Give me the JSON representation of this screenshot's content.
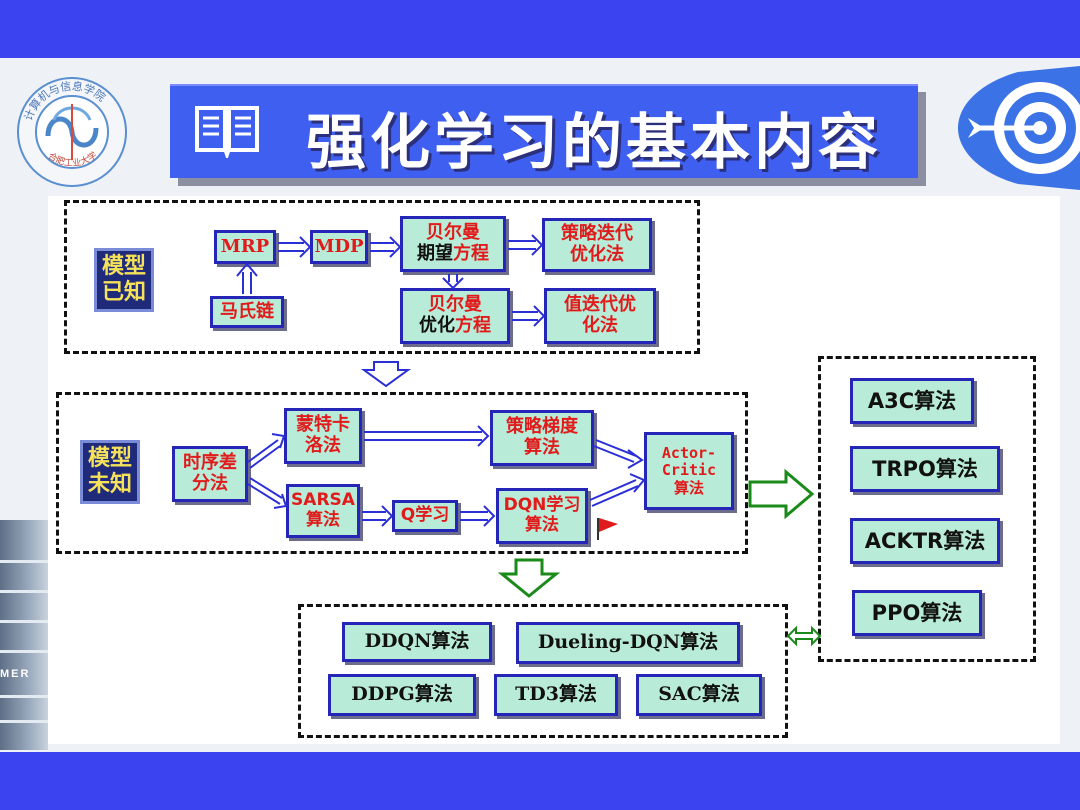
{
  "title": "强化学习的基本内容",
  "logo": {
    "ring_text_top": "计算机与信息学院",
    "ring_text_bottom": "合肥工业大学"
  },
  "building_sign": "MER",
  "model_known": {
    "label": "模型\n已知",
    "mrp": "MRP",
    "mdp": "MDP",
    "markov_chain": "马氏链",
    "bellman_expect_line1": "贝尔曼",
    "bellman_expect_line2a": "期望",
    "bellman_expect_line2b": "方程",
    "policy_iter": "策略迭代\n优化法",
    "bellman_opt_line1": "贝尔曼",
    "bellman_opt_line2a": "优化",
    "bellman_opt_line2b": "方程",
    "value_iter": "值迭代优\n化法"
  },
  "model_free": {
    "label": "模型\n未知",
    "td": "时序差\n分法",
    "monte_carlo": "蒙特卡\n洛法",
    "sarsa": "SARSA\n算法",
    "q_learning": "Q学习",
    "policy_gradient": "策略梯度\n算法",
    "dqn": "DQN学习\n算法",
    "actor_critic": "Actor-\nCritic\n算法"
  },
  "dqn_family": {
    "ddqn": "DDQN算法",
    "dueling_dqn": "Dueling-DQN算法",
    "ddpg": "DDPG算法",
    "td3": "TD3算法",
    "sac": "SAC算法"
  },
  "actor_critic_family": {
    "a3c": "A3C算法",
    "trpo": "TRPO算法",
    "acktr": "ACKTR算法",
    "ppo": "PPO算法"
  },
  "colors": {
    "band": "#3b43f0",
    "title_bg": "#3f5ff0",
    "node_bg": "#b9ecd8",
    "node_border": "#2525b8",
    "label_bg": "#1f2a7a",
    "label_text": "#f5e25a",
    "arrow_blue": "#2b2fd6",
    "arrow_green": "#1a8a1a",
    "red_text": "#e11b1b"
  }
}
